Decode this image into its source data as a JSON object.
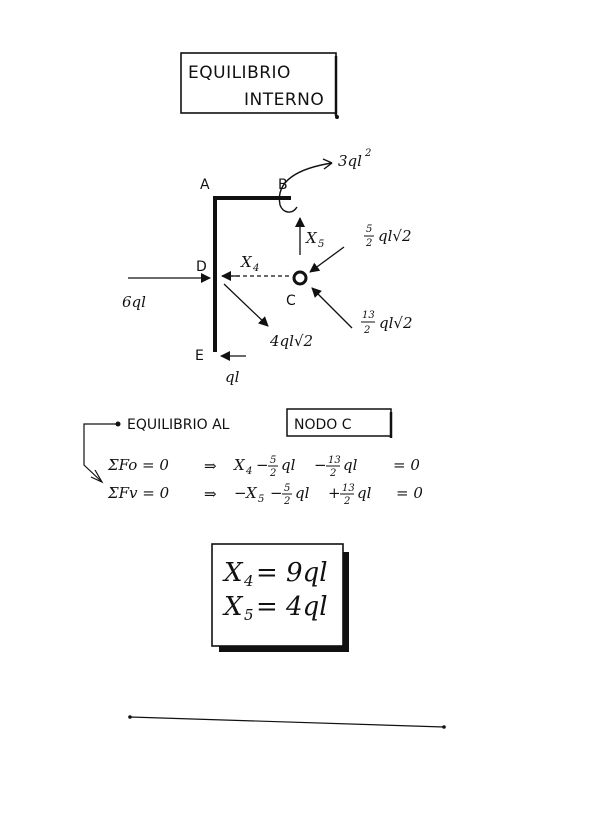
{
  "title": {
    "line1": "EQUILIBRIO",
    "line2": "INTERNO"
  },
  "diagram": {
    "points": {
      "A": "A",
      "B": "B",
      "C": "C",
      "D": "D",
      "E": "E"
    },
    "moment_label": "3ql",
    "moment_exp": "2",
    "force_x4": "X",
    "force_x4_sub": "4",
    "force_x5": "X",
    "force_x5_sub": "5",
    "force_5_2": {
      "num": "5",
      "den": "2",
      "rest": "ql√2"
    },
    "force_13_2": {
      "num": "13",
      "den": "2",
      "rest": "ql√2"
    },
    "force_4": "4ql√2",
    "force_6": "6ql",
    "force_q": "ql"
  },
  "node_section": {
    "label": "EQUILIBRIO AL",
    "node_box": "NODO C"
  },
  "equations": {
    "eq1": {
      "lhs": "ΣFo = 0",
      "arrow": "⇒",
      "x": "X",
      "xsub": "4",
      "t1_sign": "−",
      "t1_num": "5",
      "t1_den": "2",
      "t1_rest": "ql",
      "t2_sign": "−",
      "t2_num": "13",
      "t2_den": "2",
      "t2_rest": "ql",
      "rhs": "= 0"
    },
    "eq2": {
      "lhs": "ΣFv = 0",
      "arrow": "⇒",
      "pre": "−",
      "x": "X",
      "xsub": "5",
      "t1_sign": "−",
      "t1_num": "5",
      "t1_den": "2",
      "t1_rest": "ql",
      "t2_sign": "+",
      "t2_num": "13",
      "t2_den": "2",
      "t2_rest": "ql",
      "rhs": "= 0"
    }
  },
  "result": {
    "line1_x": "X",
    "line1_sub": "4",
    "line1_val": "= 9ql",
    "line2_x": "X",
    "line2_sub": "5",
    "line2_val": "= 4ql"
  }
}
